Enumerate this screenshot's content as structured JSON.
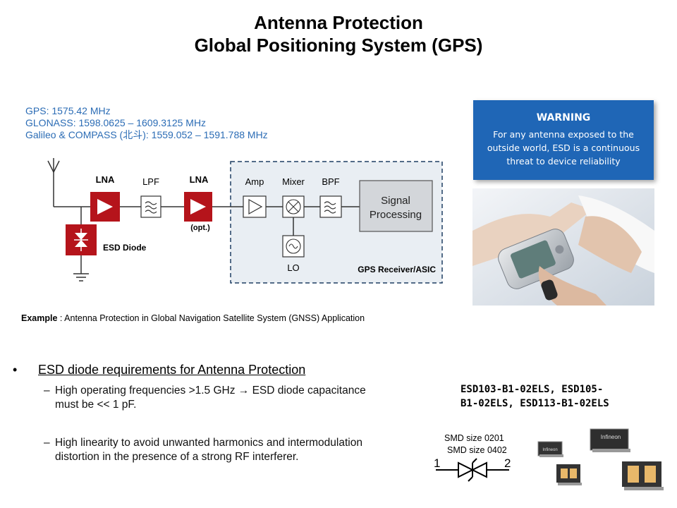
{
  "title": {
    "line1": "Antenna Protection",
    "line2": "Global Positioning System (GPS)"
  },
  "frequencies": [
    "GPS: 1575.42 MHz",
    "GLONASS: 1598.0625 – 1609.3125 MHz",
    "Galileo & COMPASS (北斗): 1559.052 – 1591.788 MHz"
  ],
  "diagram": {
    "lna1": "LNA",
    "lpf": "LPF",
    "lna2": "LNA",
    "lna2_note": "(opt.)",
    "esd": "ESD Diode",
    "amp": "Amp",
    "mixer": "Mixer",
    "bpf": "BPF",
    "signal1": "Signal",
    "signal2": "Processing",
    "lo": "LO",
    "receiver": "GPS Receiver/ASIC",
    "colors": {
      "lna": "#b5141b",
      "box": "#e6ecf2",
      "line": "#333333"
    }
  },
  "caption": {
    "label": "Example",
    "text": " : Antenna Protection in Global Navigation Satellite System (GNSS) Application"
  },
  "warning": {
    "title": "WARNING",
    "line1": "For any antenna exposed to the",
    "line2": "outside world, ESD is a continuous",
    "line3": "threat to device reliability"
  },
  "bullets": {
    "main": "ESD diode requirements for Antenna Protection",
    "sub1_line1": "High operating frequencies >1.5 GHz → ESD diode capacitance",
    "sub1_line2": "must be << 1 pF.",
    "sub2_line1": "High linearity to avoid unwanted harmonics and intermodulation",
    "sub2_line2": "distortion in the presence of a strong RF interferer."
  },
  "parts": {
    "line1": "ESD103-B1-02ELS, ESD105-",
    "line2": "B1-02ELS, ESD113-B1-02ELS"
  },
  "packages": {
    "smd1": "SMD size 0201",
    "smd2": "SMD size 0402",
    "pin1": "1",
    "pin2": "2",
    "chip_label1": "Infineon",
    "chip_label2": "Infineon"
  }
}
